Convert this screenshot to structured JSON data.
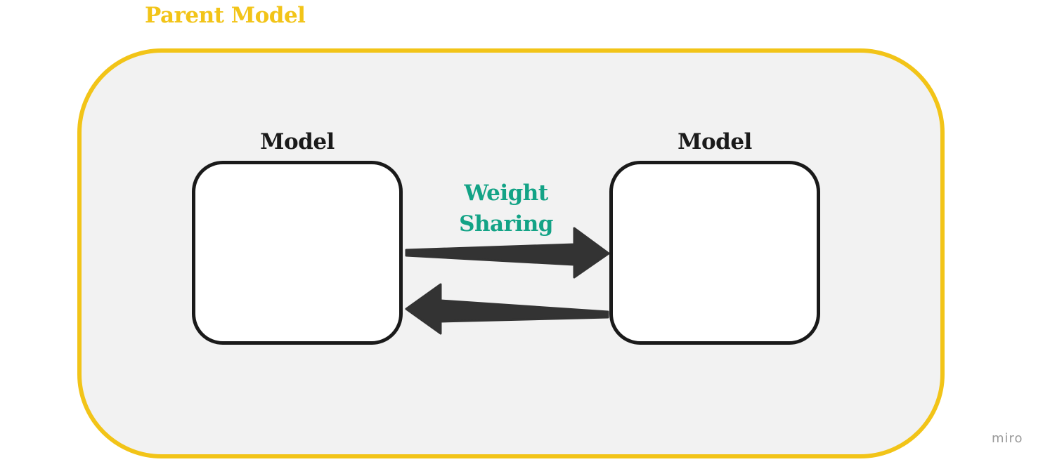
{
  "parent": {
    "title": "Parent Model",
    "color": "#f2c418",
    "fill": "#f2f2f2"
  },
  "models": {
    "left": {
      "label": "Model"
    },
    "right": {
      "label": "Model"
    }
  },
  "edge": {
    "label_line1": "Weight",
    "label_line2": "Sharing",
    "color": "#13a386",
    "arrow_color": "#333333"
  },
  "watermark": {
    "text": "miro",
    "color": "#9a9a9a"
  },
  "text_color": "#1a1a1a"
}
